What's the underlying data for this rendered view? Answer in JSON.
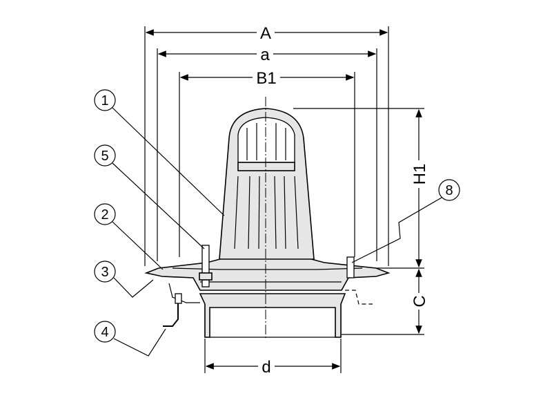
{
  "dimensions": {
    "A": "A",
    "a": "a",
    "B1": "B1",
    "H1": "H1",
    "C": "C",
    "d": "d"
  },
  "callouts": [
    "1",
    "5",
    "2",
    "3",
    "4",
    "8"
  ]
}
